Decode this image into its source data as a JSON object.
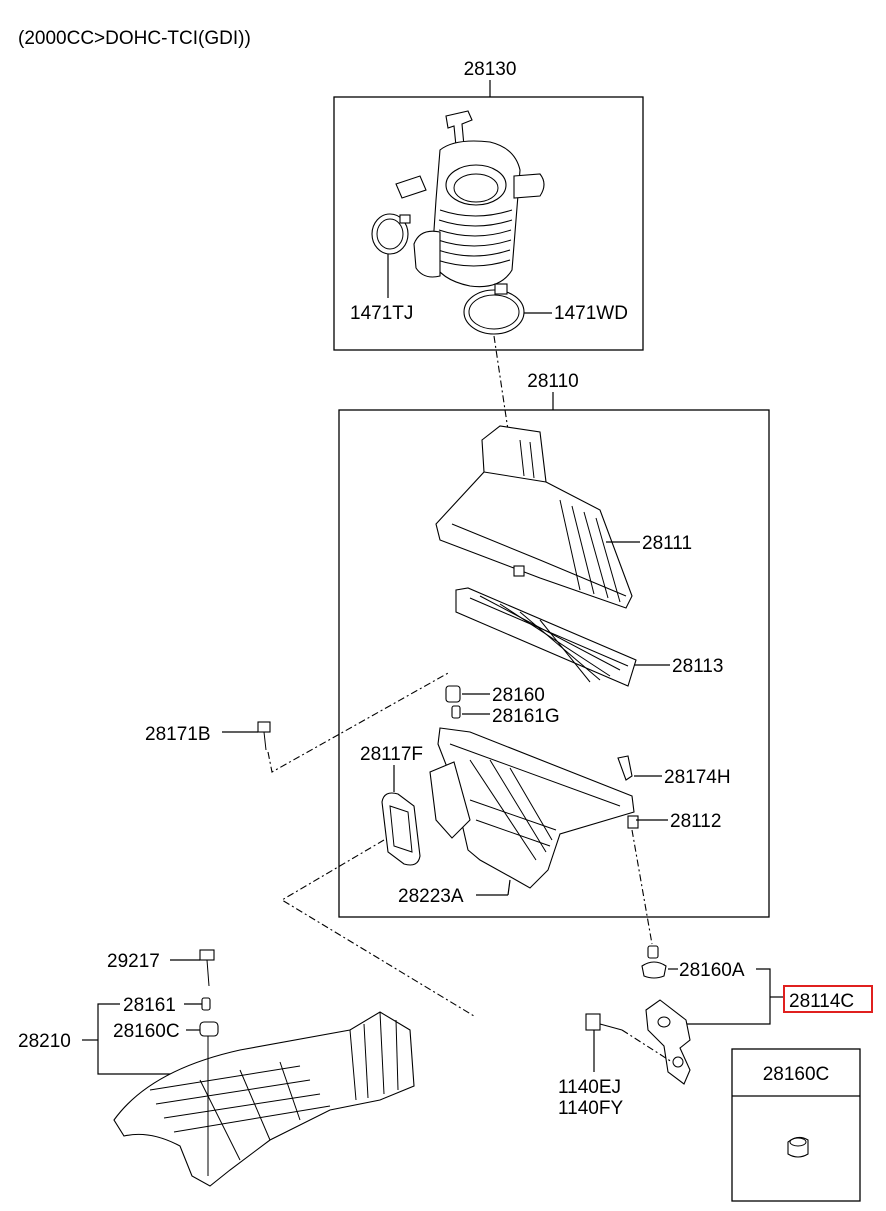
{
  "header": {
    "engine_variant": "(2000CC>DOHC-TCI(GDI))"
  },
  "colors": {
    "highlight": "#e0201f",
    "line": "#000000",
    "background": "#ffffff"
  },
  "labels": {
    "p28130": "28130",
    "p1471TJ": "1471TJ",
    "p1471WD": "1471WD",
    "p28110": "28110",
    "p28111": "28111",
    "p28113": "28113",
    "p28160": "28160",
    "p28161G": "28161G",
    "p28171B": "28171B",
    "p28117F": "28117F",
    "p28174H": "28174H",
    "p28112": "28112",
    "p28223A": "28223A",
    "p29217": "29217",
    "p28161": "28161",
    "p28160C": "28160C",
    "p28210": "28210",
    "p28160A": "28160A",
    "p28114C": "28114C",
    "p1140EJ": "1140EJ",
    "p1140FY": "1140FY",
    "inset_title": "28160C"
  },
  "highlighted_part": "28114C"
}
